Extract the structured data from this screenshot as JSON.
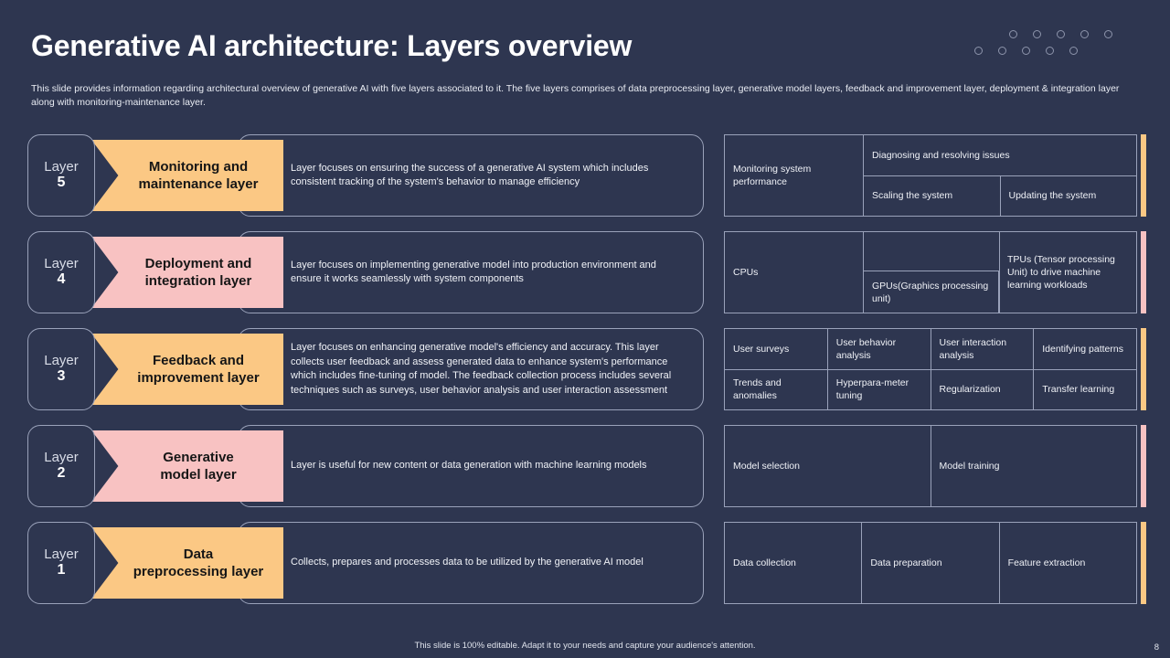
{
  "slide": {
    "title": "Generative AI architecture: Layers overview",
    "subtitle": "This slide provides information regarding architectural overview of generative AI  with five  layers associated to it. The five  layers comprises of data preprocessing layer, generative model layers, feedback and improvement layer, deployment & integration layer along with monitoring-maintenance layer.",
    "footer_note": "This slide is 100% editable.  Adapt it to your needs and capture your audience's attention.",
    "page_number": "8"
  },
  "colors": {
    "background": "#2e3650",
    "orange": "#fbc884",
    "pink": "#f8c2c2",
    "border": "#9aa2ba",
    "text": "#ffffff"
  },
  "decoration": {
    "dot_icon": "circle-outline-icon",
    "top_row_count": 5,
    "bottom_row_count": 5
  },
  "layers": [
    {
      "badge_word": "Layer",
      "badge_number": "5",
      "label": "Monitoring and\nmaintenance layer",
      "label_line1": "Monitoring  and",
      "label_line2": "maintenance layer",
      "accent": "#fbc884",
      "description": "Layer focuses on ensuring the success of a generative AI  system which includes consistent tracking of the system's behavior to manage efficiency",
      "table_type": "one-left-two-right",
      "cells": {
        "left": "Monitoring system performance",
        "top_right": "Diagnosing and resolving issues",
        "bottom_left": "Scaling the system",
        "bottom_right": "Updating the system"
      }
    },
    {
      "badge_word": "Layer",
      "badge_number": "4",
      "label_line1": "Deployment and",
      "label_line2": "integration layer",
      "accent": "#f8c2c2",
      "description": "Layer focuses on implementing generative model into production environment and ensure it works seamlessly with system components",
      "table_type": "cpu-gpu-tpu",
      "cells": {
        "cpus": "CPUs",
        "gpus": "GPUs(Graphics processing unit)",
        "tpus": "TPUs (Tensor processing Unit) to drive machine learning workloads"
      }
    },
    {
      "badge_word": "Layer",
      "badge_number": "3",
      "label_line1": "Feedback and",
      "label_line2": "improvement layer",
      "accent": "#fbc884",
      "description": "Layer focuses on enhancing generative model's efficiency and accuracy.  This layer collects user feedback and assess generated data to enhance system's performance which includes fine-tuning of model. The feedback collection process includes several techniques such as surveys, user behavior analysis and user interaction assessment",
      "table_type": "grid-4x2",
      "grid": [
        [
          "User surveys",
          "User behavior analysis",
          "User interaction analysis",
          "Identifying patterns"
        ],
        [
          "Trends and anomalies",
          "Hyperpara-meter tuning",
          "Regularization",
          "Transfer learning"
        ]
      ]
    },
    {
      "badge_word": "Layer",
      "badge_number": "2",
      "label_line1": "Generative",
      "label_line2": "model layer",
      "accent": "#f8c2c2",
      "description": "Layer is useful for new content or data generation with machine learning models",
      "table_type": "grid-2x1",
      "grid_row": [
        "Model selection",
        "Model training"
      ]
    },
    {
      "badge_word": "Layer",
      "badge_number": "1",
      "label_line1": "Data",
      "label_line2": "preprocessing layer",
      "accent": "#fbc884",
      "description": "Collects, prepares and processes data to be utilized by the generative AI  model",
      "table_type": "grid-3x1",
      "grid_row": [
        "Data collection",
        "Data preparation",
        "Feature extraction"
      ]
    }
  ]
}
